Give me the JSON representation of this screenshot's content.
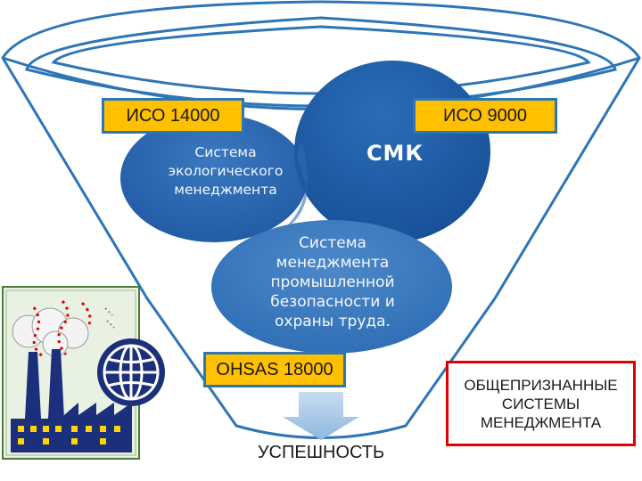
{
  "labels": {
    "iso_14000": "ИСО 14000",
    "iso_9000": "ИСО 9000",
    "ohsas": "OHSAS 18000",
    "success": "УСПЕШНОСТЬ",
    "recognized_lines": [
      "ОБЩЕПРИЗНАННЫЕ",
      "СИСТЕМЫ",
      "МЕНЕДЖМЕНТА"
    ]
  },
  "circles": {
    "environmental_lines": [
      "Система",
      "экологического",
      "менеджмента"
    ],
    "qms": "СМК",
    "ohs_lines": [
      "Система",
      "менеджмента",
      "промышленной",
      "безопасности и",
      "охраны труда."
    ]
  },
  "colors": {
    "funnel_outline": "#2e75b6",
    "circle_dark": "#1f5ea8",
    "circle_mid": "#3f7fc4",
    "label_fill": "#ffc000",
    "label_border": "#2e75b6",
    "recognized_border": "#e00000",
    "arrow": "#9dc3e6"
  },
  "icons": {
    "factory": "factory-icon",
    "globe": "globe-icon",
    "arrow": "arrow-down-icon"
  }
}
